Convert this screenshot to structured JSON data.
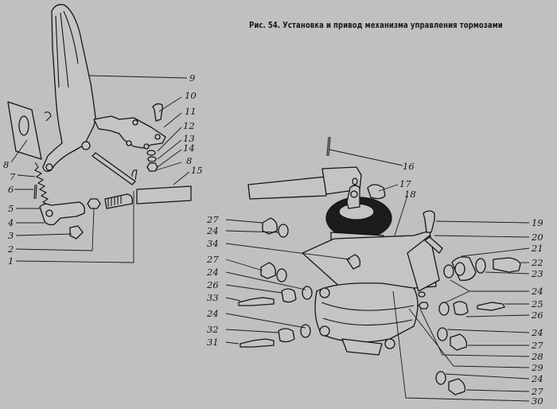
{
  "figure": {
    "caption": "Рис. 54. Установка и привод механизма управления тормозами",
    "background": "#c0c0c0",
    "ink": "#1a1a1a"
  },
  "callouts": {
    "left": [
      {
        "id": "c9",
        "text": "9"
      },
      {
        "id": "c10",
        "text": "10"
      },
      {
        "id": "c11",
        "text": "11"
      },
      {
        "id": "c12",
        "text": "12"
      },
      {
        "id": "c13",
        "text": "13"
      },
      {
        "id": "c14",
        "text": "14"
      },
      {
        "id": "c8r",
        "text": "8"
      },
      {
        "id": "c15",
        "text": "15"
      },
      {
        "id": "c8l",
        "text": "8"
      },
      {
        "id": "c7",
        "text": "7"
      },
      {
        "id": "c6",
        "text": "6"
      },
      {
        "id": "c5",
        "text": "5"
      },
      {
        "id": "c4",
        "text": "4"
      },
      {
        "id": "c3",
        "text": "3"
      },
      {
        "id": "c2",
        "text": "2"
      },
      {
        "id": "c1",
        "text": "1"
      }
    ],
    "right_top": [
      {
        "id": "c16",
        "text": "16"
      },
      {
        "id": "c17",
        "text": "17"
      },
      {
        "id": "c18",
        "text": "18"
      }
    ],
    "right_left": [
      {
        "id": "c27a",
        "text": "27"
      },
      {
        "id": "c24a",
        "text": "24"
      },
      {
        "id": "c34",
        "text": "34"
      },
      {
        "id": "c27b",
        "text": "27"
      },
      {
        "id": "c24b",
        "text": "24"
      },
      {
        "id": "c26a",
        "text": "26"
      },
      {
        "id": "c33",
        "text": "33"
      },
      {
        "id": "c24c",
        "text": "24"
      },
      {
        "id": "c32",
        "text": "32"
      },
      {
        "id": "c31",
        "text": "31"
      }
    ],
    "right_right": [
      {
        "id": "c19",
        "text": "19"
      },
      {
        "id": "c20",
        "text": "20"
      },
      {
        "id": "c21",
        "text": "21"
      },
      {
        "id": "c22",
        "text": "22"
      },
      {
        "id": "c23",
        "text": "23"
      },
      {
        "id": "c24d",
        "text": "24"
      },
      {
        "id": "c25",
        "text": "25"
      },
      {
        "id": "c26b",
        "text": "26"
      },
      {
        "id": "c24e",
        "text": "24"
      },
      {
        "id": "c27c",
        "text": "27"
      },
      {
        "id": "c28",
        "text": "28"
      },
      {
        "id": "c29",
        "text": "29"
      },
      {
        "id": "c24f",
        "text": "24"
      },
      {
        "id": "c27d",
        "text": "27"
      },
      {
        "id": "c30",
        "text": "30"
      }
    ]
  }
}
